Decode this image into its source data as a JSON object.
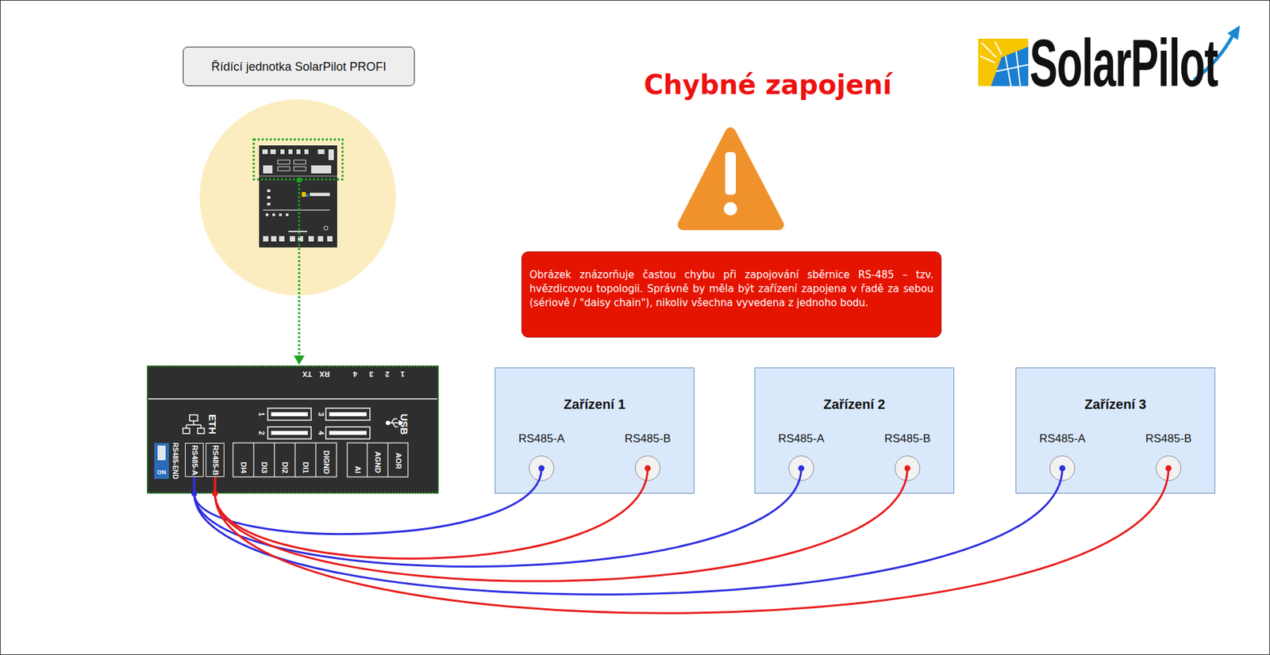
{
  "diagram": {
    "title": "Chybné zapojení",
    "nodes": [
      {
        "text": [
          "Řídící jednotka SolarPilot PROFI"
        ]
      },
      {
        "text": [
          "1",
          "2",
          "3",
          "4",
          "RX",
          "TX",
          "ETH",
          "1",
          "2",
          "3",
          "4",
          "USB",
          "RS485-END",
          "ON",
          "DI4",
          "DI3",
          "DI2",
          "DI1",
          "DIGND",
          "AI",
          "AGND",
          "AOR"
        ]
      },
      {
        "text": [
          "RS485-A"
        ],
        "in": 1
      },
      {
        "text": [
          "RS485-B"
        ],
        "in": 1
      },
      {
        "text": [
          "Obrázek znázorňuje častou chybu při zapojování sběrnice RS-485 – tzv. hvězdicovou topologii. Správně by měla být zařízení zapojena v řadě za sebou (sériově / \"daisy chain\"), nikoliv všechna vyvedena z jednoho bodu."
        ]
      },
      {
        "text": [
          "Zařízení 1"
        ]
      },
      {
        "text": [
          "RS485-A"
        ],
        "in": 5
      },
      {
        "text": [
          "RS485-B"
        ],
        "in": 5
      },
      {
        "text": [
          "Zařízení 2"
        ]
      },
      {
        "text": [
          "RS485-A"
        ],
        "in": 8
      },
      {
        "text": [
          "RS485-B"
        ],
        "in": 8
      },
      {
        "text": [
          "Zařízení 3"
        ]
      },
      {
        "text": [
          "RS485-A"
        ],
        "in": 11
      },
      {
        "text": [
          "RS485-B"
        ],
        "in": 11
      }
    ],
    "edges": [
      {
        "from": 2,
        "to": 6,
        "arrow": "none"
      },
      {
        "from": 3,
        "to": 7,
        "arrow": "none"
      },
      {
        "from": 2,
        "to": 9,
        "arrow": "none"
      },
      {
        "from": 3,
        "to": 10,
        "arrow": "none"
      },
      {
        "from": 2,
        "to": 12,
        "arrow": "none"
      },
      {
        "from": 3,
        "to": 13,
        "arrow": "none"
      }
    ],
    "labels": [
      "SolarPilot"
    ]
  }
}
